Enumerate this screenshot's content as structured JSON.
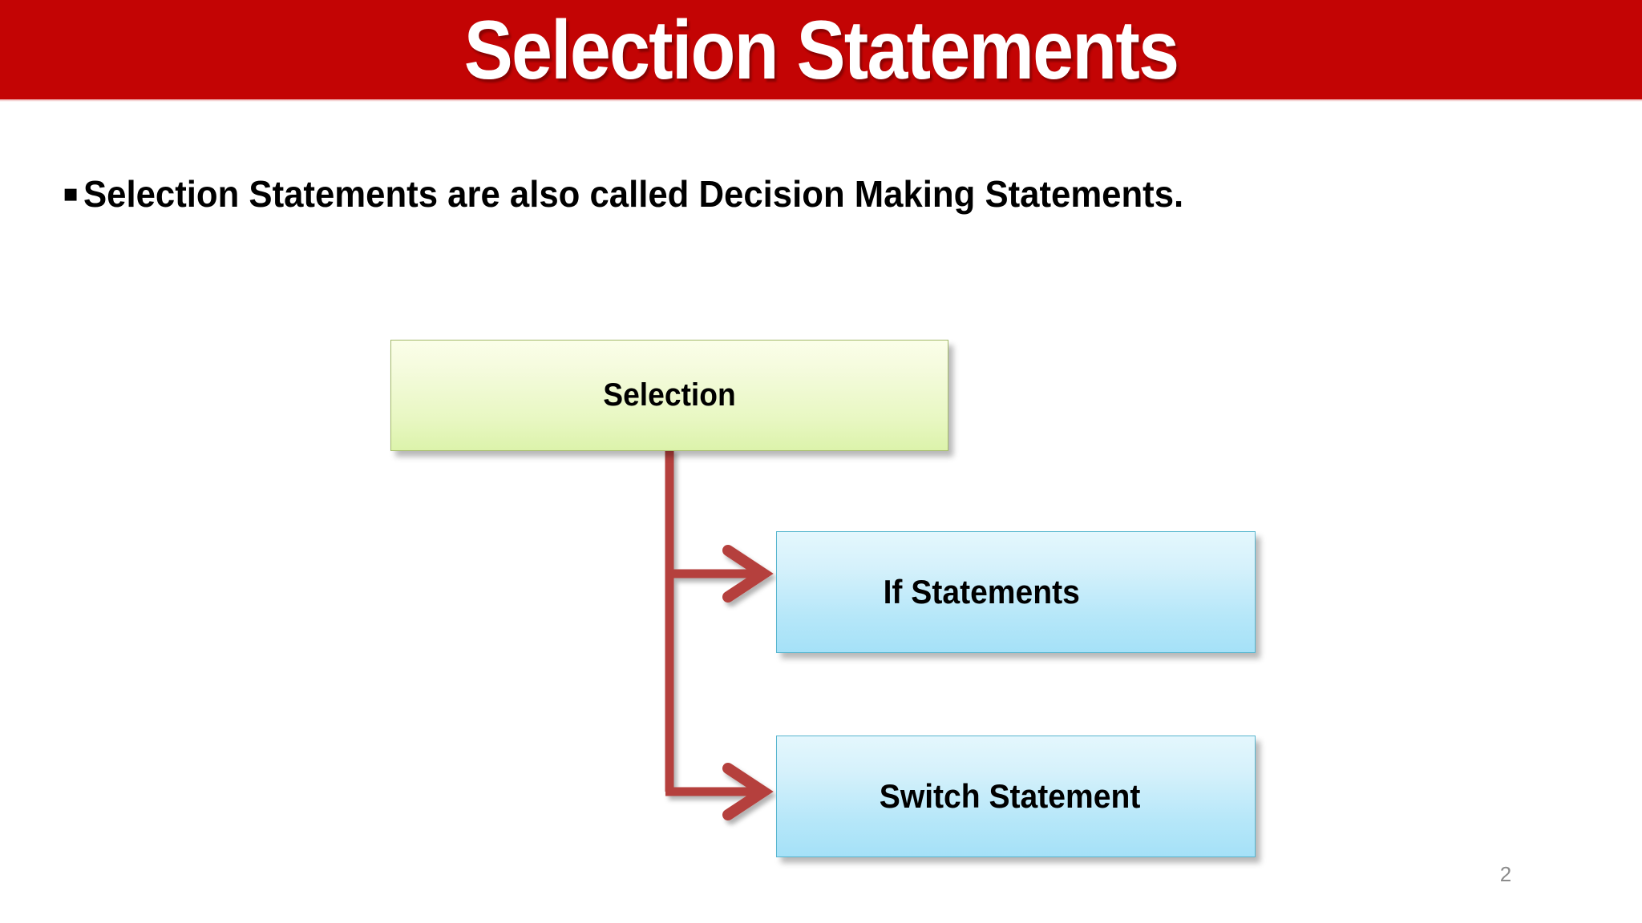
{
  "slide": {
    "title": "Selection Statements",
    "page_number": "2",
    "title_band_color": "#C30404",
    "background_color": "#FFFFFF"
  },
  "body": {
    "bullets": [
      {
        "marker": "▪",
        "text": "Selection Statements are also called Decision Making Statements."
      }
    ]
  },
  "diagram": {
    "type": "flowchart",
    "connector_color": "#B5413C",
    "nodes": [
      {
        "id": "selection",
        "label": "Selection",
        "fill_top": "#FBFEE9",
        "fill_bottom": "#DCF3AB",
        "border_color": "#A3B96B"
      },
      {
        "id": "if-statements",
        "label": "If Statements",
        "fill_top": "#E4F7FD",
        "fill_bottom": "#A5E1F8",
        "border_color": "#58B6CF"
      },
      {
        "id": "switch-statement",
        "label": "Switch Statement",
        "fill_top": "#E4F7FD",
        "fill_bottom": "#A5E1F8",
        "border_color": "#58B6CF"
      }
    ],
    "edges": [
      {
        "from": "selection",
        "to": "if-statements",
        "arrow": "open-chevron"
      },
      {
        "from": "selection",
        "to": "switch-statement",
        "arrow": "open-chevron"
      }
    ]
  }
}
